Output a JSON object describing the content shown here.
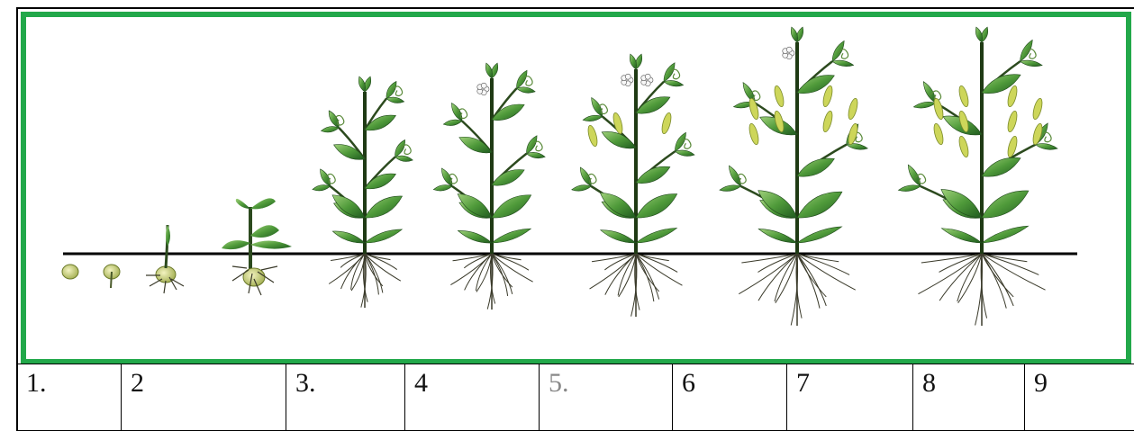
{
  "colors": {
    "frame_green": "#22a84a",
    "leaf_dark": "#2f7a2a",
    "leaf_light": "#7fbf5a",
    "stem": "#2c4a1e",
    "root": "#3a3a2a",
    "seed": "#d9d98a",
    "pod": "#c9d35a",
    "flower": "#f2f2f2"
  },
  "stages": [
    {
      "id": 1,
      "label": "1.",
      "muted": false
    },
    {
      "id": 2,
      "label": "2",
      "muted": false
    },
    {
      "id": 3,
      "label": "3.",
      "muted": false
    },
    {
      "id": 4,
      "label": "4",
      "muted": false
    },
    {
      "id": 5,
      "label": "5.",
      "muted": true
    },
    {
      "id": 6,
      "label": "6",
      "muted": false
    },
    {
      "id": 7,
      "label": "7",
      "muted": false
    },
    {
      "id": 8,
      "label": "8",
      "muted": false
    },
    {
      "id": 9,
      "label": "9",
      "muted": false
    }
  ]
}
